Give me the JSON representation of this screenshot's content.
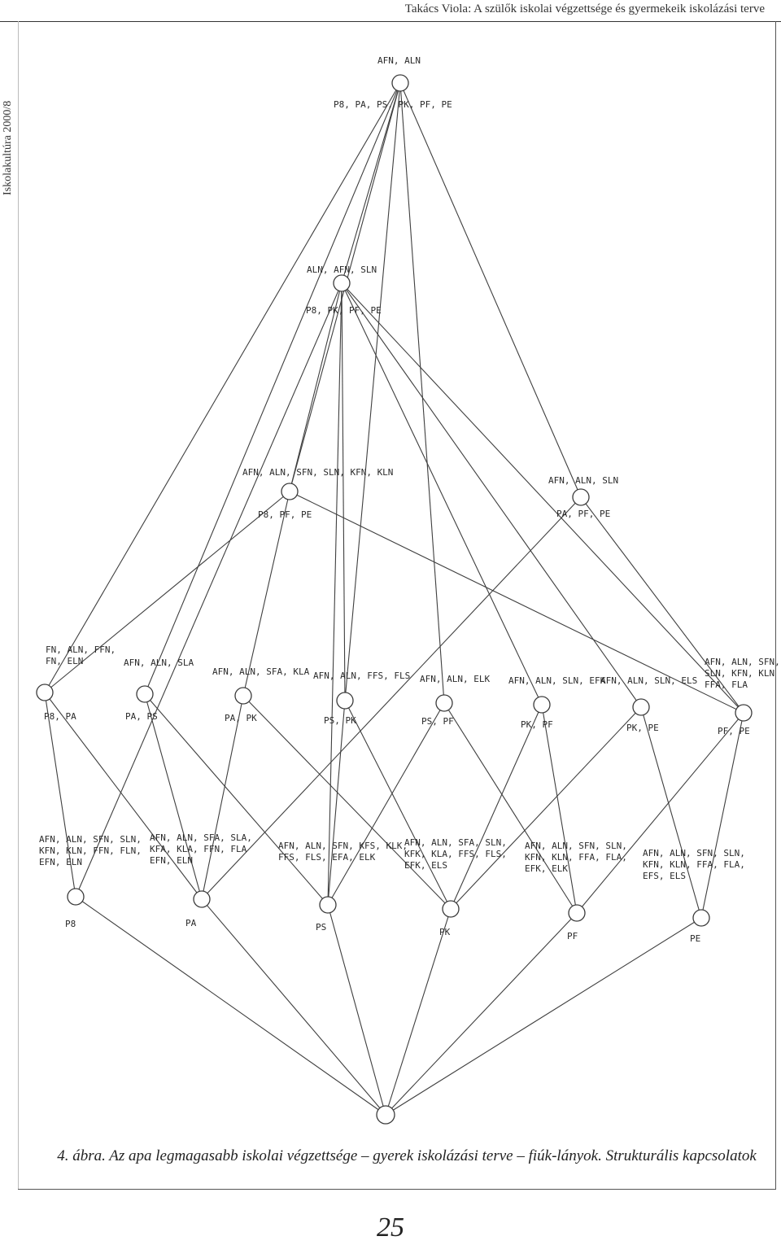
{
  "header": {
    "running_title": "Takács Viola: A szülők iskolai végzettsége és gyermekeik iskolázási terve",
    "side_label": "Iskolakultúra 2000/8"
  },
  "diagram": {
    "nodes": [
      {
        "id": "top",
        "upper": [
          "AFN, ALN"
        ],
        "lower": [
          "P8, PA, PS,   PK, PF, PE"
        ]
      },
      {
        "id": "n1",
        "upper": [
          "ALN, AFN, SLN"
        ],
        "lower": [
          "P8, PK, PF, PE"
        ]
      },
      {
        "id": "n2",
        "upper": [
          "AFN, ALN, SFN, SLN, KFN, KLN"
        ],
        "lower": [
          "P8, PF, PE"
        ]
      },
      {
        "id": "n3",
        "upper": [
          "AFN, ALN, SLN"
        ],
        "lower": [
          "PA, PF, PE"
        ]
      },
      {
        "id": "m1",
        "upper": [
          "FN, ALN, FFN,",
          "FN, ELN"
        ],
        "lower": [
          "P8, PA"
        ]
      },
      {
        "id": "m2",
        "upper": [
          "AFN, ALN, SLA"
        ],
        "lower": [
          "PA, PS"
        ]
      },
      {
        "id": "m3",
        "upper": [
          "AFN, ALN, SFA, KLA"
        ],
        "lower": [
          "PA, PK"
        ]
      },
      {
        "id": "m4",
        "upper": [
          "AFN, ALN, FFS, FLS"
        ],
        "lower": [
          "PS, PK"
        ]
      },
      {
        "id": "m5",
        "upper": [
          "AFN, ALN, ELK"
        ],
        "lower": [
          "PS, PF"
        ]
      },
      {
        "id": "m6",
        "upper": [
          "AFN, ALN, SLN, EFK"
        ],
        "lower": [
          "PK, PF"
        ]
      },
      {
        "id": "m7",
        "upper": [
          "AFN, ALN, SLN, ELS"
        ],
        "lower": [
          "PK, PE"
        ]
      },
      {
        "id": "m8",
        "upper": [
          "AFN, ALN, SFN,",
          "SLN, KFN, KLN",
          "FFA, FLA"
        ],
        "lower": [
          "PF, PE"
        ]
      },
      {
        "id": "b1",
        "upper": [
          "AFN, ALN, SFN, SLN,",
          "KFN, KLN, FFN, FLN,",
          "EFN, ELN"
        ],
        "lower": [
          "P8"
        ]
      },
      {
        "id": "b2",
        "upper": [
          "AFN, ALN, SFA, SLA,",
          "KFA, KLA, FFN, FLA",
          "EFN, ELN"
        ],
        "lower": [
          "PA"
        ]
      },
      {
        "id": "b3",
        "upper": [
          "AFN, ALN, SFN, KFS, KLK,",
          "FFS, FLS, EFA, ELK"
        ],
        "lower": [
          "PS"
        ]
      },
      {
        "id": "b4",
        "upper": [
          "AFN, ALN, SFA, SLN,",
          "KFK, KLA, FFS, FLS,",
          "EFK, ELS"
        ],
        "lower": [
          "PK"
        ]
      },
      {
        "id": "b5",
        "upper": [
          "AFN, ALN, SFN, SLN,",
          "KFN, KLN, FFA, FLA,",
          "EFK, ELK"
        ],
        "lower": [
          "PF"
        ]
      },
      {
        "id": "b6",
        "upper": [
          "AFN, ALN, SFN, SLN,",
          "KFN, KLN, FFA, FLA,",
          "EFS, ELS"
        ],
        "lower": [
          "PE"
        ]
      },
      {
        "id": "bottom",
        "upper": [],
        "lower": []
      }
    ]
  },
  "caption": "4. ábra. Az apa legmagasabb iskolai végzettsége – gyerek iskolázási terve – fiúk-lányok. Strukturális kapcsolatok",
  "page_number": "25"
}
